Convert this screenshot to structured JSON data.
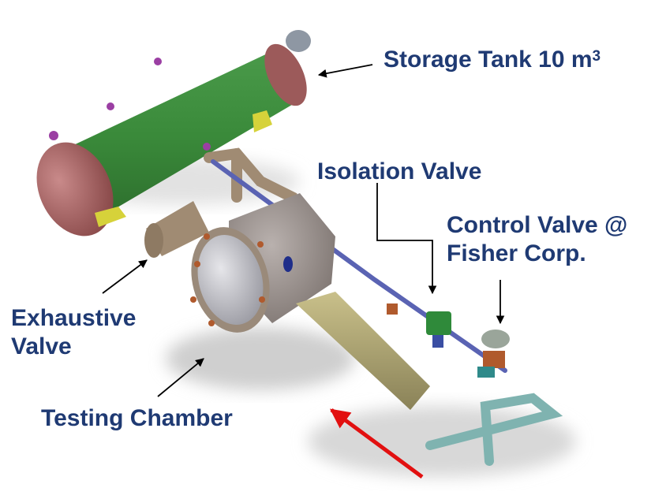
{
  "labels": {
    "storage_tank": "Storage Tank 10 m",
    "storage_tank_sup": "3",
    "isolation_valve": "Isolation Valve",
    "control_valve_line1": "Control Valve @",
    "control_valve_line2": "Fisher Corp.",
    "exhaustive_line1": "Exhaustive",
    "exhaustive_line2": "Valve",
    "testing_chamber": "Testing Chamber"
  },
  "colors": {
    "label_text": "#1f3a73",
    "tank_body": "#3f8a3f",
    "tank_heads": "#a86060",
    "chamber": "#8f8585",
    "pipes": "#a08b73",
    "flow_arrow": "#e21010"
  }
}
